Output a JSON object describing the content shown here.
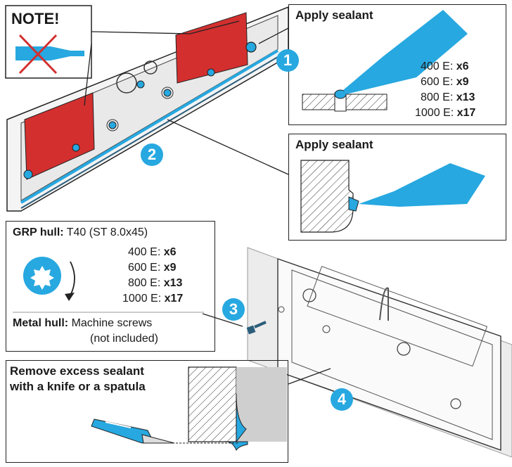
{
  "note_label": "NOTE!",
  "panel1": {
    "title": "Apply sealant",
    "badge": "1",
    "quantities": [
      {
        "label": "400 E:",
        "qty": "x6"
      },
      {
        "label": "600 E:",
        "qty": "x9"
      },
      {
        "label": "800 E:",
        "qty": "x13"
      },
      {
        "label": "1000 E:",
        "qty": "x17"
      }
    ]
  },
  "panel2": {
    "title": "Apply sealant",
    "badge": "2"
  },
  "panel3": {
    "grp_label": "GRP hull:",
    "grp_value": "T40 (ST 8.0x45)",
    "badge": "3",
    "quantities": [
      {
        "label": "400 E:",
        "qty": "x6"
      },
      {
        "label": "600 E:",
        "qty": "x9"
      },
      {
        "label": "800 E:",
        "qty": "x13"
      },
      {
        "label": "1000 E:",
        "qty": "x17"
      }
    ],
    "metal_label": "Metal hull:",
    "metal_value_line1": "Machine screws",
    "metal_value_line2": "(not included)"
  },
  "panel4": {
    "title_line1": "Remove excess sealant",
    "title_line2": "with a knife or a spatula",
    "badge": "4"
  },
  "colors": {
    "accent": "#27a8e0",
    "red": "#d32f2f",
    "outline": "#222222"
  },
  "icons": [
    "sealant-tube-icon",
    "torx-bit-icon",
    "rotation-arrow-icon",
    "crossed-out-tube-icon",
    "knife-icon",
    "screw-icon"
  ]
}
